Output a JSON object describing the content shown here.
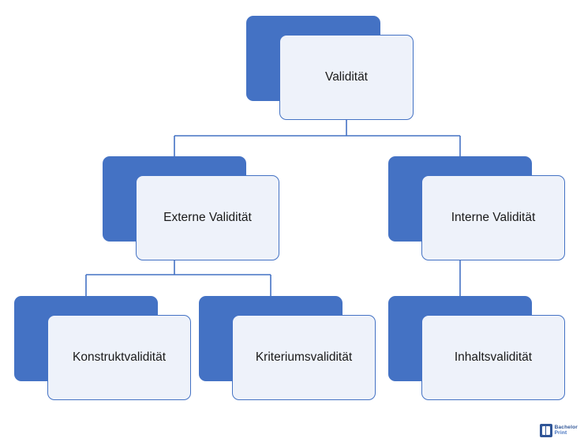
{
  "diagram": {
    "type": "tree",
    "title": "Validität",
    "colors": {
      "accent": "#4472c4",
      "card_fill": "#eef2fa",
      "line": "#4472c4",
      "text": "#1a1a1a",
      "logo": "#2f5597"
    },
    "nodes": [
      {
        "id": "validitaet",
        "label": "Validität",
        "level": 0,
        "parent": null
      },
      {
        "id": "extern",
        "label": "Externe Validität",
        "level": 1,
        "parent": "validitaet"
      },
      {
        "id": "intern",
        "label": "Interne Validität",
        "level": 1,
        "parent": "validitaet"
      },
      {
        "id": "konstrukt",
        "label": "Konstruktvalidität",
        "level": 2,
        "parent": "extern"
      },
      {
        "id": "kriterium",
        "label": "Kriteriumsvalidität",
        "level": 2,
        "parent": "extern"
      },
      {
        "id": "inhalt",
        "label": "Inhaltsvalidität",
        "level": 2,
        "parent": "intern"
      }
    ]
  },
  "watermark": {
    "line1": "Bachelor",
    "line2": "Print",
    "icon": "book-icon"
  }
}
